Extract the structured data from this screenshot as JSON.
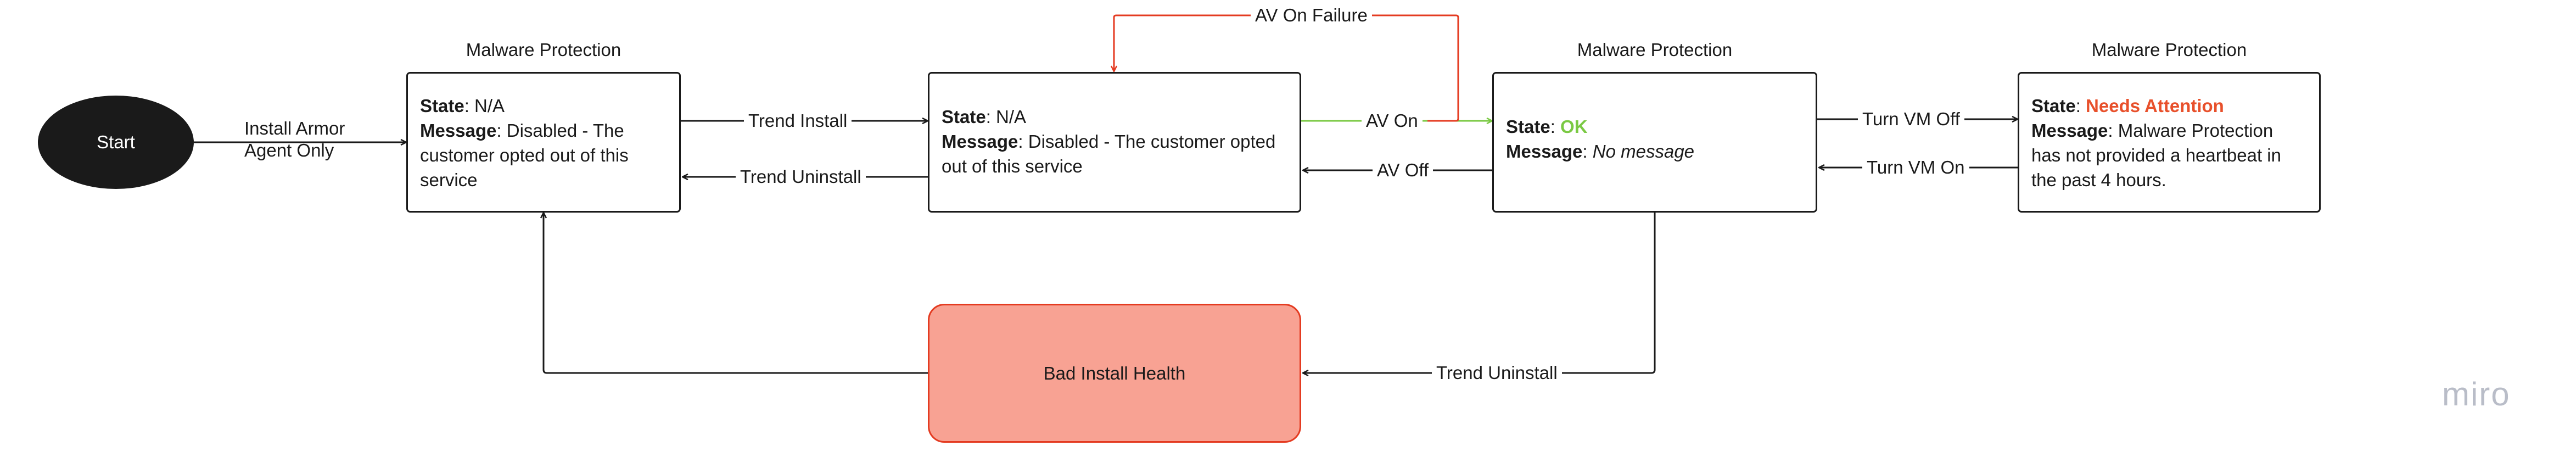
{
  "colors": {
    "ink": "#1a1a1a",
    "ok_green": "#7ac943",
    "failure_red": "#e43b21",
    "attention_orange": "#e8502b",
    "bad_fill": "#f8a293",
    "watermark": "#b9bdc8"
  },
  "nodes": {
    "start": {
      "label": "Start"
    },
    "node1": {
      "title": "Malware Protection",
      "state_key": "State",
      "state_value": "N/A",
      "message_key": "Message",
      "message_value": "Disabled - The customer opted out of this service"
    },
    "node2": {
      "state_key": "State",
      "state_value": "N/A",
      "message_key": "Message",
      "message_value": "Disabled - The customer opted out of this service"
    },
    "node3": {
      "title": "Malware Protection",
      "state_key": "State",
      "state_value": "OK",
      "message_key": "Message",
      "message_value": "No message"
    },
    "node4": {
      "title": "Malware Protection",
      "state_key": "State",
      "state_value": "Needs Attention",
      "message_key": "Message",
      "message_value": "Malware Protection has not provided a heartbeat in the past 4 hours."
    },
    "bad_install": {
      "label": "Bad Install Health"
    }
  },
  "edges": {
    "install_armor": "Install Armor Agent Only",
    "trend_install": "Trend Install",
    "trend_uninstall_top": "Trend Uninstall",
    "av_on_failure": "AV On Failure",
    "av_on": "AV On",
    "av_off": "AV Off",
    "turn_vm_off": "Turn VM Off",
    "turn_vm_on": "Turn VM On",
    "trend_uninstall_bottom": "Trend Uninstall"
  },
  "watermark": "miro"
}
